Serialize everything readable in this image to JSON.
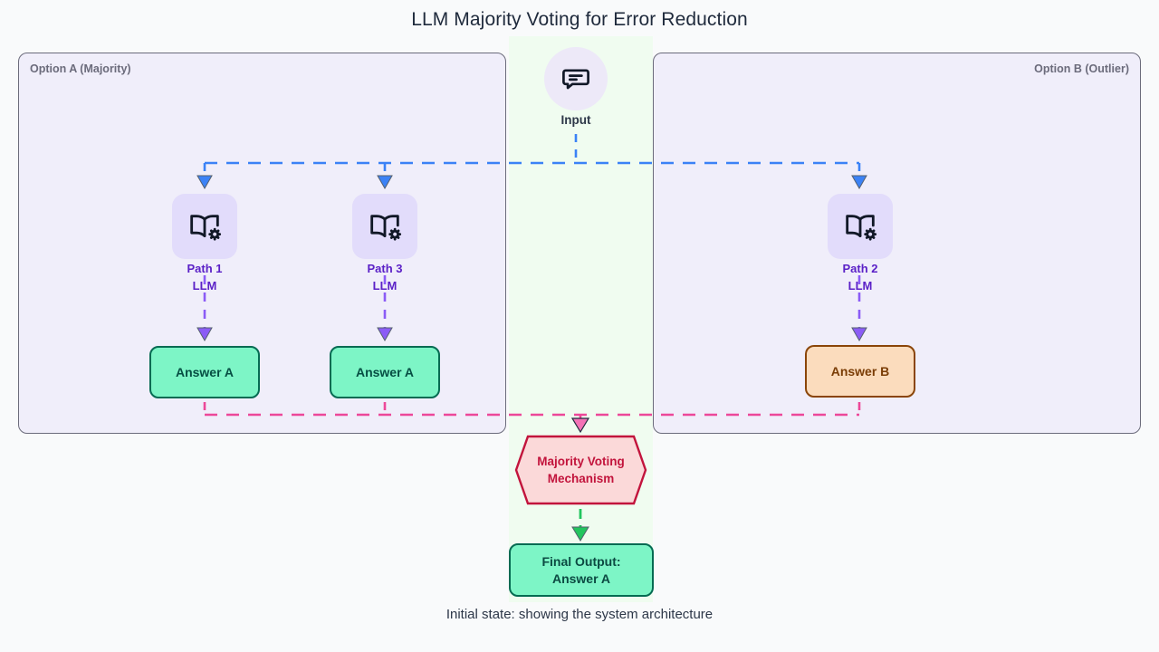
{
  "page": {
    "title": "LLM Majority Voting for Error Reduction",
    "caption": "Initial state: showing the system architecture",
    "background": "#f9fafb"
  },
  "panels": [
    {
      "id": "option-a",
      "label": "Option A (Majority)",
      "fill": "#f0eefa",
      "border": "#6b6b7b"
    },
    {
      "id": "option-b",
      "label": "Option B (Outlier)",
      "fill": "#f0eefa",
      "border": "#6b6b7b"
    }
  ],
  "center_band": {
    "fill": "#f0fcf0"
  },
  "input": {
    "label": "Input",
    "icon": "message-bubble-icon",
    "circle_fill": "#ede9f8"
  },
  "llm_nodes": [
    {
      "id": "path-1",
      "name": "Path 1",
      "sublabel": "LLM",
      "icon": "book-gear-icon",
      "fill": "#e2dcfb",
      "text_color": "#5b21c7"
    },
    {
      "id": "path-3",
      "name": "Path 3",
      "sublabel": "LLM",
      "icon": "book-gear-icon",
      "fill": "#e2dcfb",
      "text_color": "#5b21c7"
    },
    {
      "id": "path-2",
      "name": "Path 2",
      "sublabel": "LLM",
      "icon": "book-gear-icon",
      "fill": "#e2dcfb",
      "text_color": "#5b21c7"
    }
  ],
  "answers": [
    {
      "id": "answer-a-1",
      "label": "Answer A",
      "fill": "#7df5c6",
      "border": "#056b52",
      "text_color": "#064e43"
    },
    {
      "id": "answer-a-3",
      "label": "Answer A",
      "fill": "#7df5c6",
      "border": "#056b52",
      "text_color": "#064e43"
    },
    {
      "id": "answer-b",
      "label": "Answer B",
      "fill": "#fbdcbd",
      "border": "#8a4508",
      "text_color": "#7a3d06"
    }
  ],
  "voting": {
    "line1": "Majority Voting",
    "line2": "Mechanism",
    "fill": "#fbd9d9",
    "border": "#c2143c",
    "text_color": "#c2143c"
  },
  "final_output": {
    "line1": "Final Output:",
    "line2": "Answer A",
    "fill": "#7df5c6",
    "border": "#056b52",
    "text_color": "#0c4a42"
  },
  "edges": {
    "input_to_paths_color": "#3b82f6",
    "path_to_answer_color": "#8b5cf6",
    "answer_to_voting_color": "#ec4899",
    "voting_to_output_color": "#22c55e",
    "style": "dashed"
  }
}
